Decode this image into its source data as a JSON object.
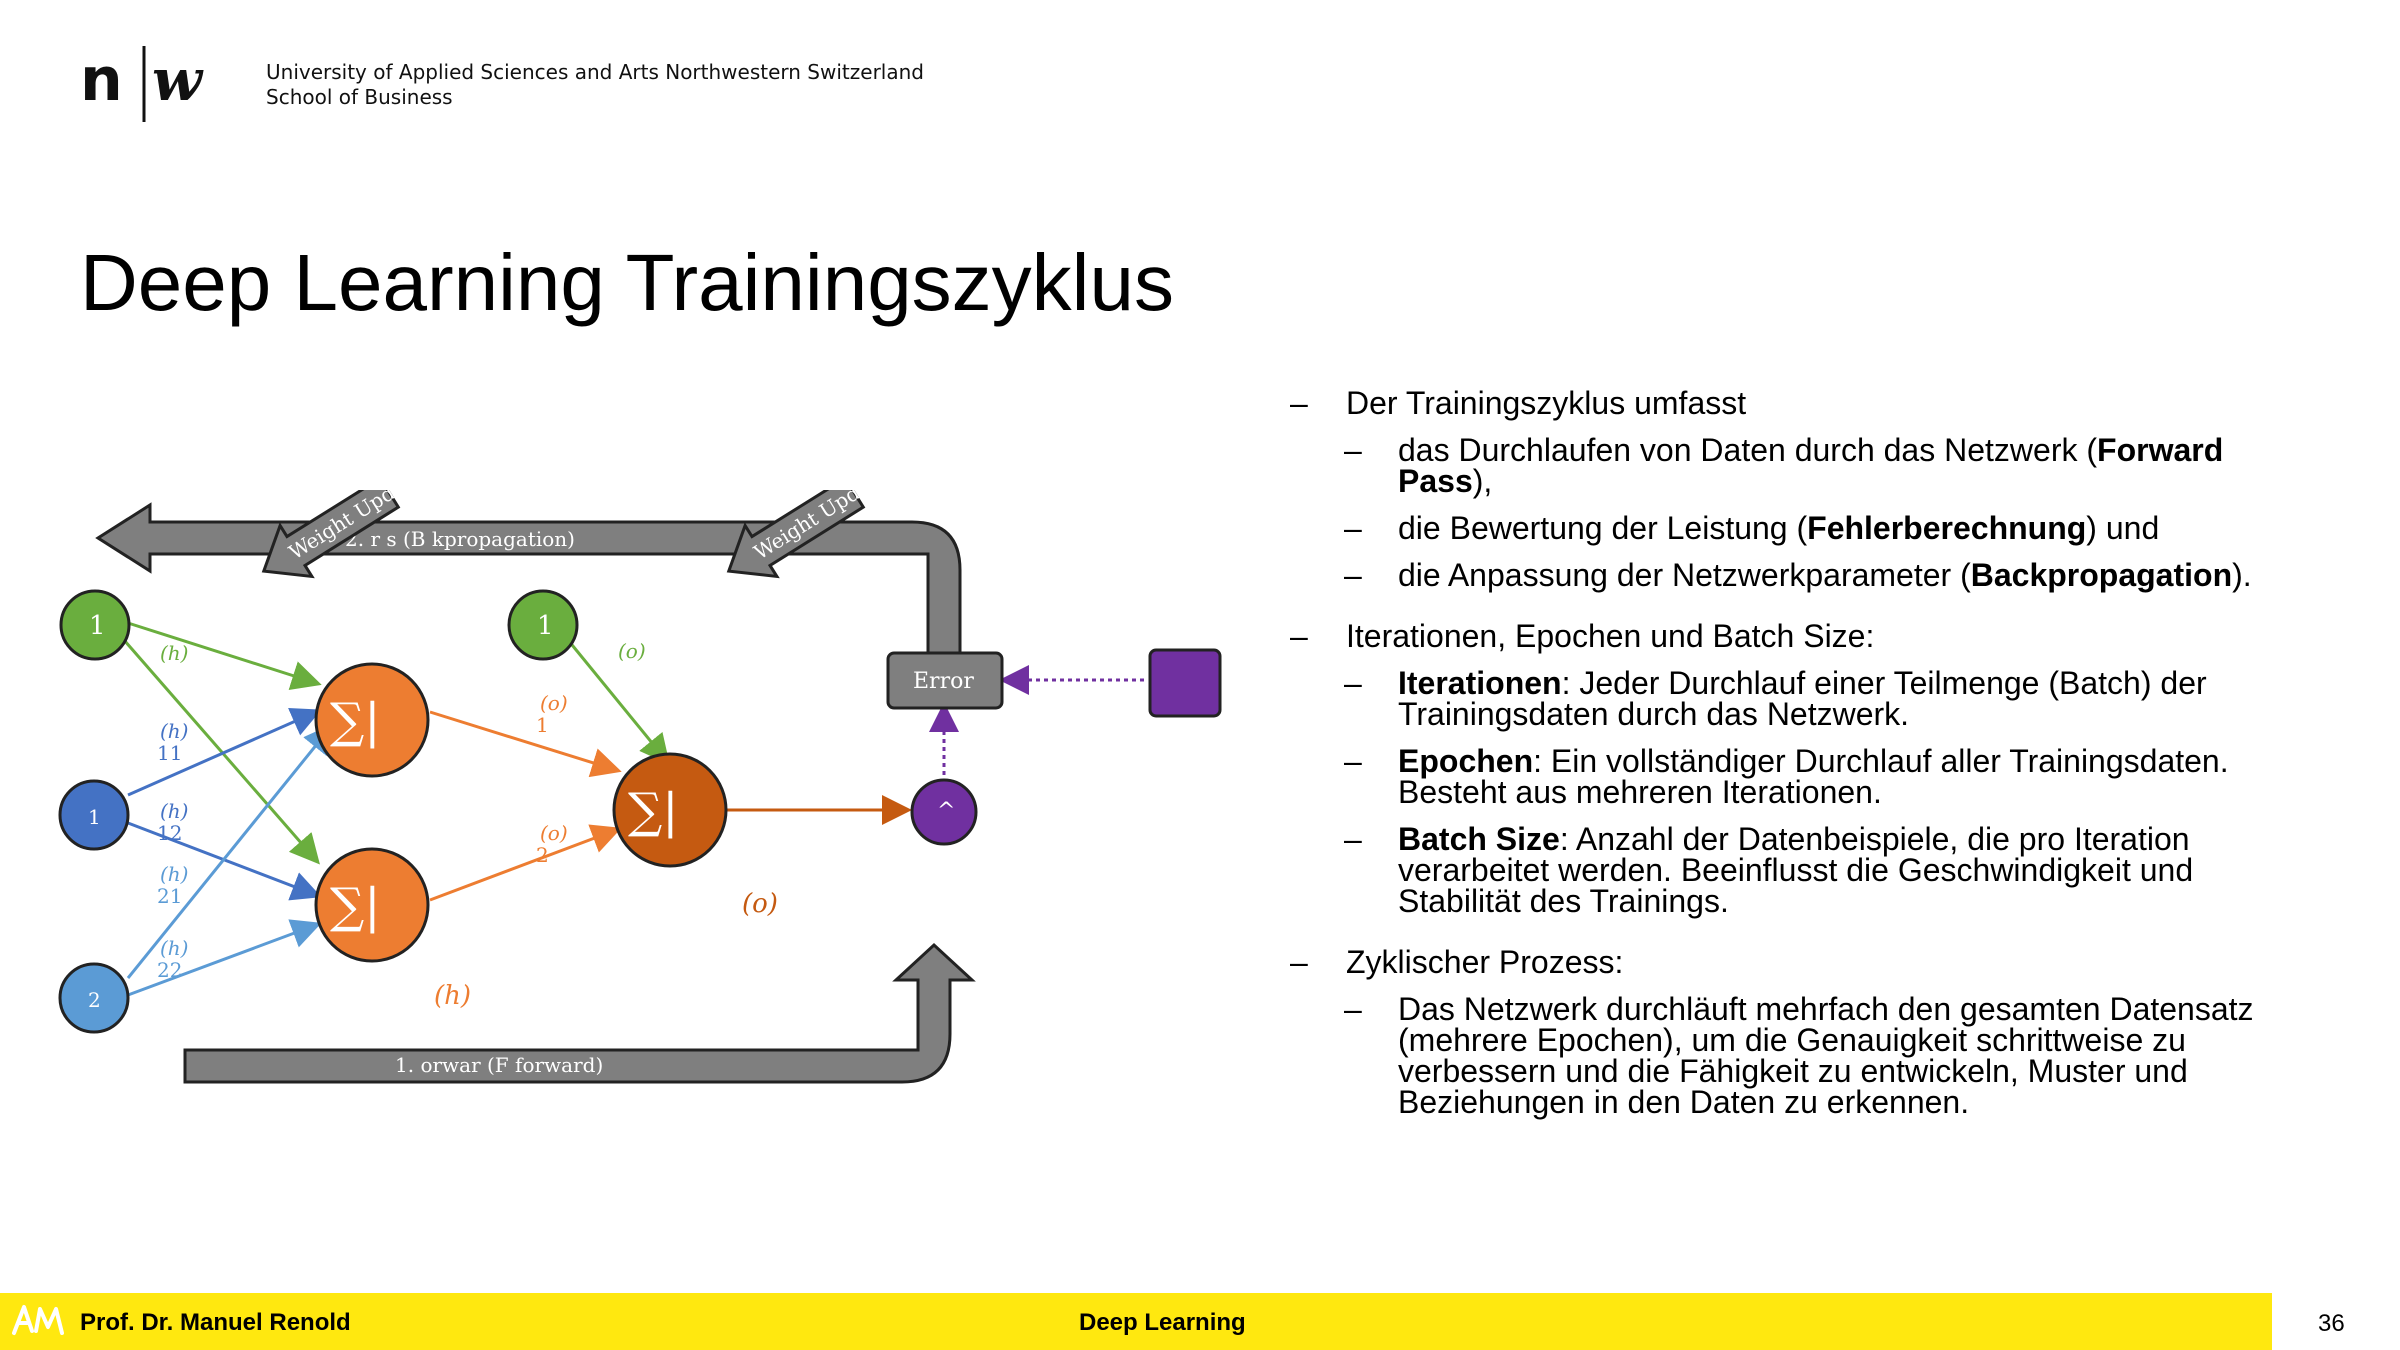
{
  "header": {
    "institution_line1": "University of Applied Sciences and Arts Northwestern Switzerland",
    "institution_line2": "School of Business"
  },
  "title": "Deep Learning Trainingszyklus",
  "diagram": {
    "backprop_label": "2.          r        s (B    kpropagation)",
    "forward_label": "1.   orwar             (F       forward)",
    "weight_update_left": "Weight Update",
    "weight_update_right": "Weight Update",
    "error_label": "Error",
    "bias_hidden": "1",
    "bias_output": "1",
    "input_1": "1",
    "input_2": "2",
    "sum_symbol": "∑|",
    "y_hat": "^",
    "w_h_bias": "(h)",
    "w_h11": "(h)",
    "w_h11_sub": "11",
    "w_h12": "(h)",
    "w_h12_sub": "12",
    "w_h21": "(h)",
    "w_h21_sub": "21",
    "w_h22": "(h)",
    "w_h22_sub": "22",
    "w_o_bias": "(o)",
    "w_o1": "(o)",
    "w_o1_sub": "1",
    "w_o2": "(o)",
    "w_o2_sub": "2",
    "layer_h": "(h)",
    "layer_o": "(o)"
  },
  "content": {
    "i1": "Der Trainingszyklus umfasst",
    "i1a_pre": "das Durchlaufen von Daten durch das Netzwerk (",
    "i1a_bold": "Forward Pass",
    "i1a_post": "),",
    "i1b_pre": "die Bewertung der Leistung (",
    "i1b_bold": "Fehlerberechnung",
    "i1b_post": ") und",
    "i1c_pre": "die Anpassung der Netzwerkparameter (",
    "i1c_bold": "Backpropagation",
    "i1c_post": ").",
    "i2": "Iterationen, Epochen und Batch Size:",
    "i2a_bold": "Iterationen",
    "i2a_text": ": Jeder Durchlauf einer Teilmenge (Batch) der Trainingsdaten durch das Netzwerk.",
    "i2b_bold": "Epochen",
    "i2b_text": ": Ein vollständiger Durchlauf aller Trainingsdaten. Besteht aus mehreren Iterationen.",
    "i2c_bold": "Batch Size",
    "i2c_text": ": Anzahl der Datenbeispiele, die pro Iteration verarbeitet werden. Beeinflusst die Geschwindigkeit und Stabilität des Trainings.",
    "i3": "Zyklischer Prozess:",
    "i3a": "Das Netzwerk durchläuft mehrfach den gesamten Datensatz (mehrere Epochen), um die Genauigkeit schrittweise zu verbessern und die Fähigkeit zu entwickeln, Muster und Beziehungen in den Daten zu erkennen.",
    "dash": "–"
  },
  "footer": {
    "author": "Prof. Dr. Manuel Renold",
    "course": "Deep Learning",
    "page": "36"
  },
  "colors": {
    "footer_bg": "#FFE80F",
    "green": "#6AAE3E",
    "dark_blue": "#4472C4",
    "light_blue": "#5B9BD5",
    "orange": "#ED7D31",
    "dark_orange": "#C55A11",
    "purple": "#7030A0",
    "gray_arrow": "#7F7F7F"
  }
}
